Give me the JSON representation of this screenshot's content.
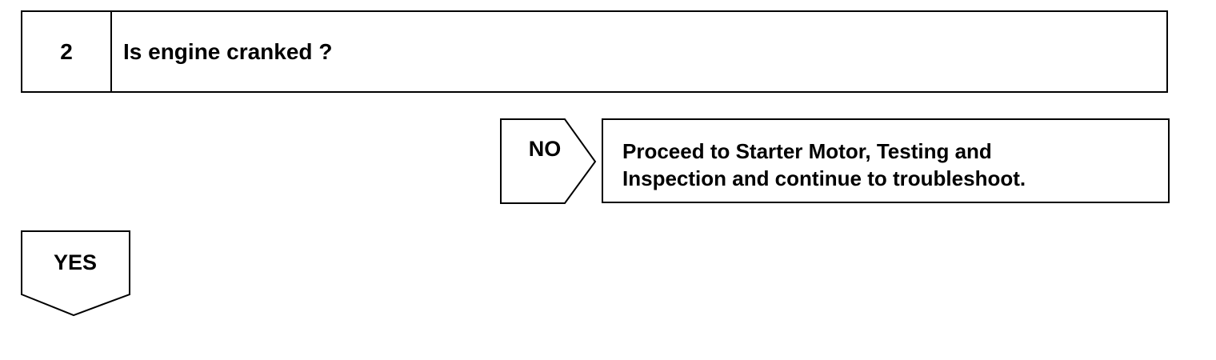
{
  "step": {
    "number": "2",
    "question": "Is engine cranked ?"
  },
  "no_branch": {
    "label": "NO",
    "action_line1": "Proceed to Starter Motor, Testing and",
    "action_line2": "Inspection and continue to troubleshoot."
  },
  "yes_branch": {
    "label": "YES"
  }
}
